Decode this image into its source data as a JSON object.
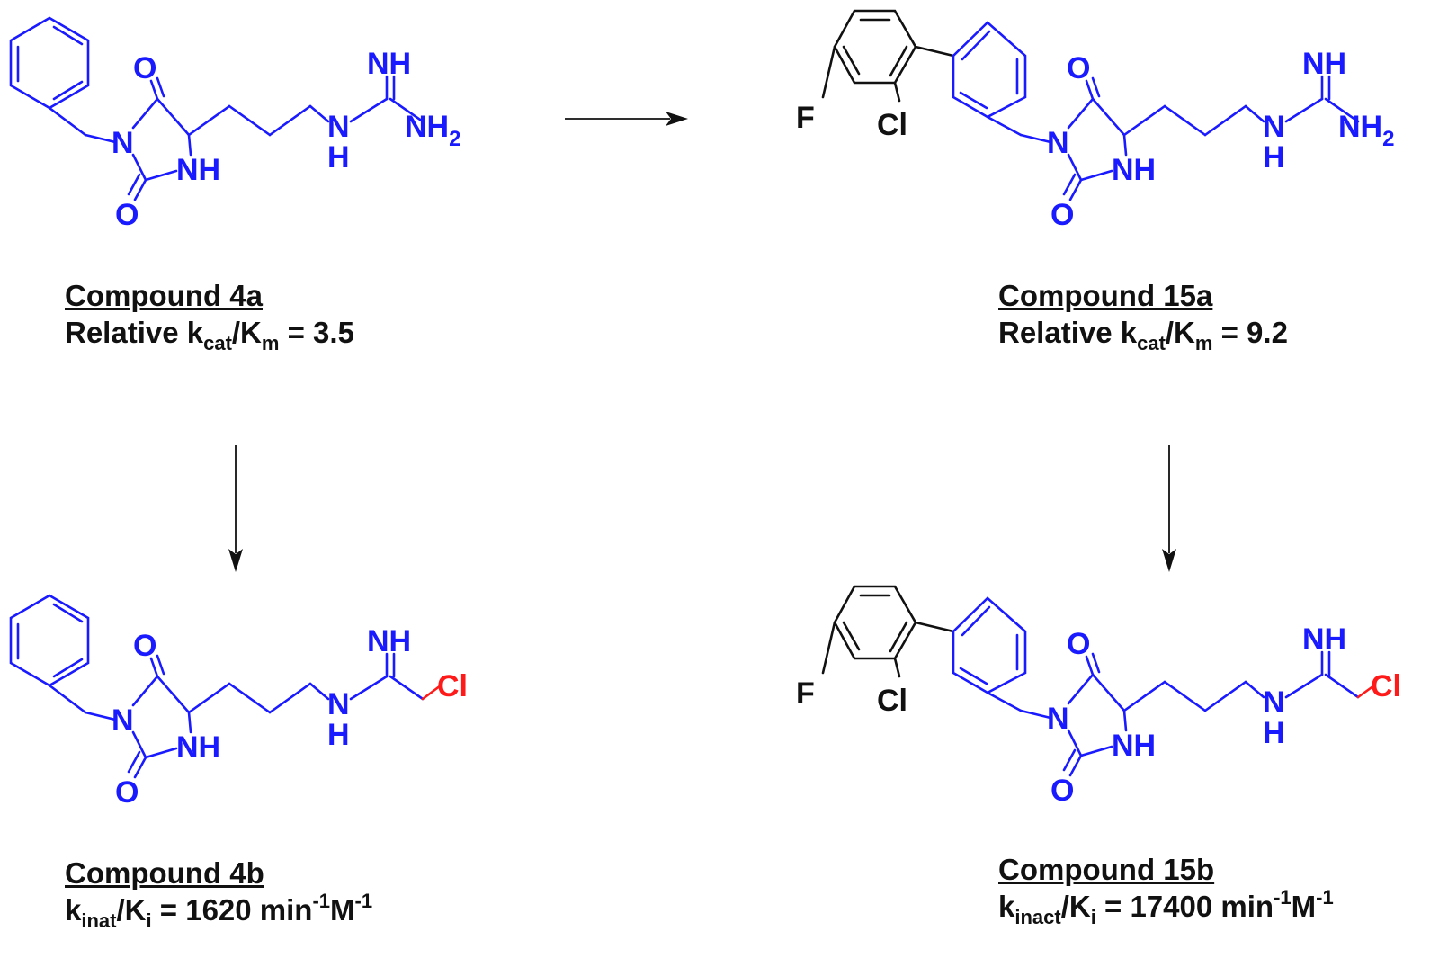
{
  "atoms": {
    "O": "O",
    "N": "N",
    "NH": "NH",
    "NH_imine": "NH",
    "NH2_base": "NH",
    "NH2_sub": "2",
    "H": "H",
    "F": "F",
    "Cl": "Cl"
  },
  "compounds": {
    "c4a": {
      "title": "Compound 4a",
      "metric_prefix": "Relative k",
      "metric_sub1": "cat",
      "metric_mid": "/K",
      "metric_sub2": "m",
      "metric_value": " = 3.5"
    },
    "c15a": {
      "title": "Compound 15a",
      "metric_prefix": "Relative k",
      "metric_sub1": "cat",
      "metric_mid": "/K",
      "metric_sub2": "m",
      "metric_value": " = 9.2"
    },
    "c4b": {
      "title": "Compound 4b",
      "metric_prefix": "k",
      "metric_sub1": "inat",
      "metric_mid": "/K",
      "metric_sub2": "i",
      "metric_value": " = 1620 min",
      "exp1": "-1",
      "unit2": "M",
      "exp2": "-1"
    },
    "c15b": {
      "title": "Compound 15b",
      "metric_prefix": "k",
      "metric_sub1": "inact",
      "metric_mid": "/K",
      "metric_sub2": "i",
      "metric_value": " = 17400 min",
      "exp1": "-1",
      "unit2": "M",
      "exp2": "-1"
    }
  },
  "colors": {
    "core": "#1a1aff",
    "aryl_addition": "#111111",
    "warhead": "#ff1a1a",
    "arrow": "#111111"
  }
}
